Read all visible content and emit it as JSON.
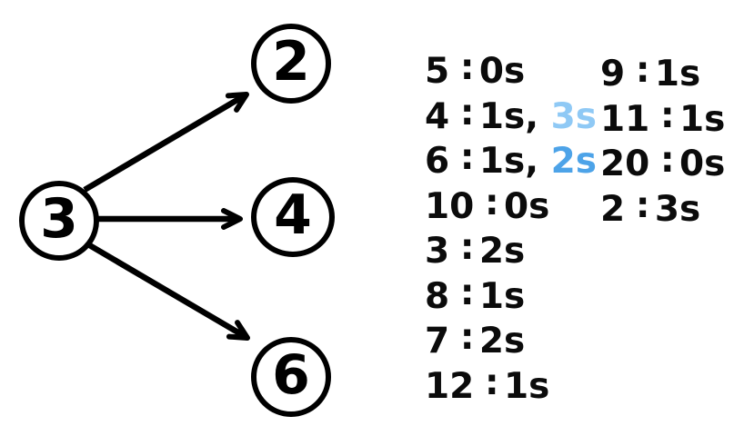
{
  "graph": {
    "root": {
      "label": "3"
    },
    "children": [
      {
        "label": "2"
      },
      {
        "label": "4"
      },
      {
        "label": "6"
      }
    ]
  },
  "schedule": {
    "colon": ":",
    "comma": ",",
    "column1": [
      {
        "key": "5",
        "values": [
          {
            "text": "0s"
          }
        ]
      },
      {
        "key": "4",
        "values": [
          {
            "text": "1s"
          },
          {
            "text": "3s",
            "color": "#8FC9F5"
          }
        ]
      },
      {
        "key": "6",
        "values": [
          {
            "text": "1s"
          },
          {
            "text": "2s",
            "color": "#4DA3E8"
          }
        ]
      },
      {
        "key": "10",
        "values": [
          {
            "text": "0s"
          }
        ]
      },
      {
        "key": "3",
        "values": [
          {
            "text": "2s"
          }
        ]
      },
      {
        "key": "8",
        "values": [
          {
            "text": "1s"
          }
        ]
      },
      {
        "key": "7",
        "values": [
          {
            "text": "2s"
          }
        ]
      },
      {
        "key": "12",
        "values": [
          {
            "text": "1s"
          }
        ]
      }
    ],
    "column2": [
      {
        "key": "9",
        "values": [
          {
            "text": "1s"
          }
        ]
      },
      {
        "key": "11",
        "values": [
          {
            "text": "1s"
          }
        ]
      },
      {
        "key": "20",
        "values": [
          {
            "text": "0s"
          }
        ]
      },
      {
        "key": "2",
        "values": [
          {
            "text": "3s"
          }
        ]
      }
    ]
  },
  "colors": {
    "text": "#0b0b0b",
    "node_stroke": "#000000",
    "edge_stroke": "#000000",
    "highlight_light_blue": "#8FC9F5",
    "highlight_blue": "#4DA3E8",
    "background": "#ffffff"
  }
}
